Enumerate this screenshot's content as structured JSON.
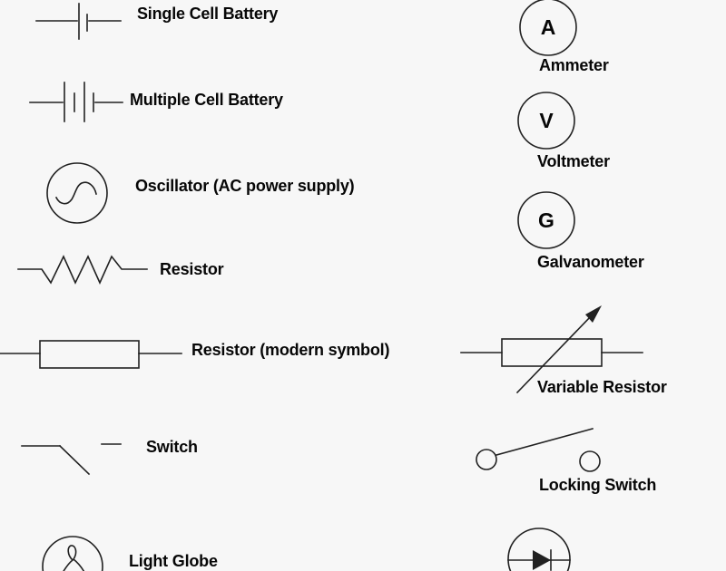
{
  "canvas": {
    "colors": {
      "background": "#f7f7f7",
      "line": "#212121",
      "text": "#070707"
    }
  },
  "left_column": {
    "items": [
      {
        "icon": "single-cell-battery-symbol",
        "label": "Single Cell Battery"
      },
      {
        "icon": "multiple-cell-battery-symbol",
        "label": "Multiple Cell Battery"
      },
      {
        "icon": "oscillator-symbol",
        "label": "Oscillator (AC power supply)"
      },
      {
        "icon": "resistor-zigzag-symbol",
        "label": "Resistor"
      },
      {
        "icon": "resistor-box-symbol",
        "label": "Resistor (modern symbol)"
      },
      {
        "icon": "switch-symbol",
        "label": "Switch"
      },
      {
        "icon": "light-globe-symbol",
        "label": "Light Globe"
      }
    ]
  },
  "right_column": {
    "items": [
      {
        "icon": "ammeter-symbol",
        "letter": "A",
        "label": "Ammeter"
      },
      {
        "icon": "voltmeter-symbol",
        "letter": "V",
        "label": "Voltmeter"
      },
      {
        "icon": "galvanometer-symbol",
        "letter": "G",
        "label": "Galvanometer"
      },
      {
        "icon": "variable-resistor-symbol",
        "label": "Variable Resistor"
      },
      {
        "icon": "locking-switch-symbol",
        "label": "Locking Switch"
      },
      {
        "icon": "diode-symbol"
      }
    ]
  }
}
